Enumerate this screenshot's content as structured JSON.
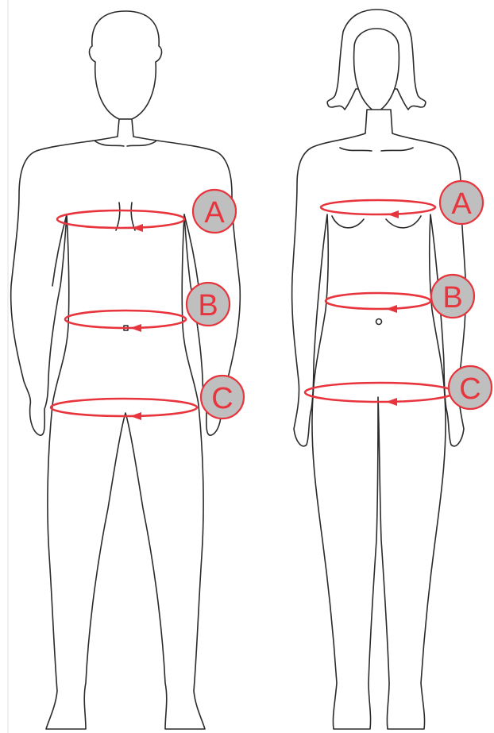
{
  "diagram": {
    "figures": [
      {
        "name": "male",
        "markers": [
          {
            "label": "A",
            "part": "chest"
          },
          {
            "label": "B",
            "part": "waist"
          },
          {
            "label": "C",
            "part": "hips"
          }
        ]
      },
      {
        "name": "female",
        "markers": [
          {
            "label": "A",
            "part": "bust"
          },
          {
            "label": "B",
            "part": "waist"
          },
          {
            "label": "C",
            "part": "hips"
          }
        ]
      }
    ],
    "colors": {
      "measure_line": "#e8343c",
      "badge_fill": "#bfbfbf",
      "outline": "#2b2b2b"
    }
  }
}
